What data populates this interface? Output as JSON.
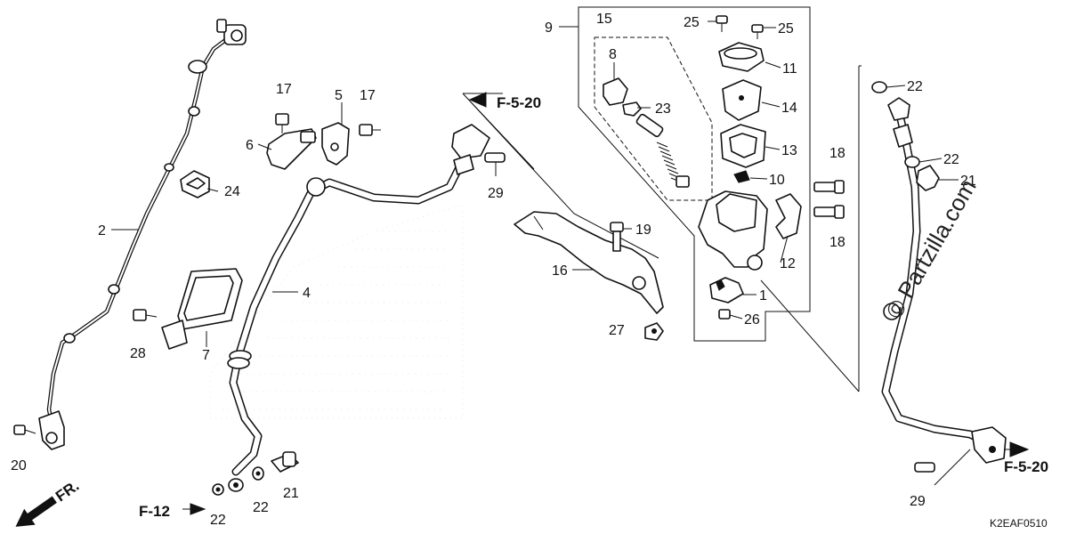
{
  "diagram": {
    "labels": {
      "p1": "1",
      "p2": "2",
      "p4": "4",
      "p5": "5",
      "p6": "6",
      "p7": "7",
      "p8": "8",
      "p9": "9",
      "p10": "10",
      "p11": "11",
      "p12": "12",
      "p13": "13",
      "p14": "14",
      "p15": "15",
      "p16": "16",
      "p17a": "17",
      "p17b": "17",
      "p18a": "18",
      "p18b": "18",
      "p19": "19",
      "p20": "20",
      "p21a": "21",
      "p21b": "21",
      "p22a": "22",
      "p22b": "22",
      "p22c": "22",
      "p22d": "22",
      "p23": "23",
      "p24": "24",
      "p25a": "25",
      "p25b": "25",
      "p26": "26",
      "p27": "27",
      "p28": "28",
      "p29a": "29",
      "p29b": "29"
    },
    "references": {
      "top": "F-5-20",
      "right": "F-5-20",
      "bottom": "F-12"
    },
    "direction": "FR.",
    "watermark": "© Partzilla.com",
    "diagram_code": "K2EAF0510"
  }
}
